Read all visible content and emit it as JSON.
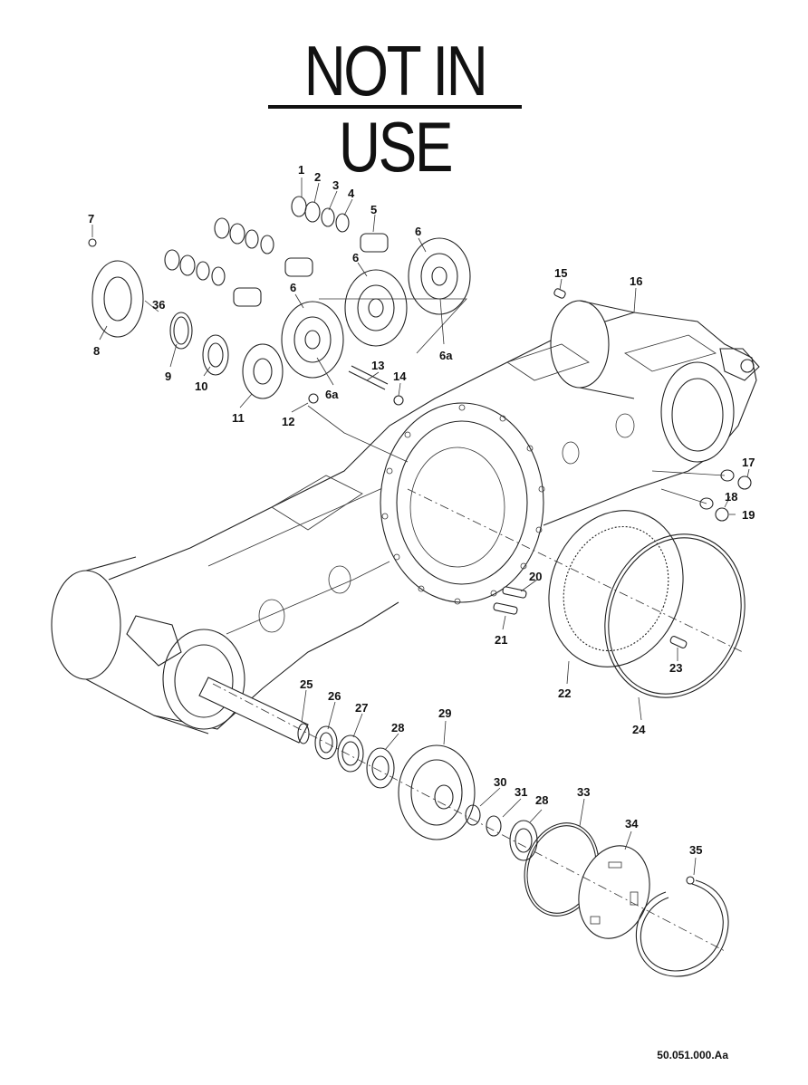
{
  "header": {
    "title": "NOT IN USE"
  },
  "footer": {
    "drawing_code": "50.051.000.Aa"
  },
  "callouts": [
    {
      "label": "1"
    },
    {
      "label": "2"
    },
    {
      "label": "3"
    },
    {
      "label": "4"
    },
    {
      "label": "5"
    },
    {
      "label": "6"
    },
    {
      "label": "6"
    },
    {
      "label": "6"
    },
    {
      "label": "6a"
    },
    {
      "label": "6a"
    },
    {
      "label": "7"
    },
    {
      "label": "8"
    },
    {
      "label": "9"
    },
    {
      "label": "10"
    },
    {
      "label": "11"
    },
    {
      "label": "12"
    },
    {
      "label": "13"
    },
    {
      "label": "14"
    },
    {
      "label": "15"
    },
    {
      "label": "16"
    },
    {
      "label": "17"
    },
    {
      "label": "18"
    },
    {
      "label": "19"
    },
    {
      "label": "20"
    },
    {
      "label": "21"
    },
    {
      "label": "22"
    },
    {
      "label": "23"
    },
    {
      "label": "24"
    },
    {
      "label": "25"
    },
    {
      "label": "26"
    },
    {
      "label": "27"
    },
    {
      "label": "28"
    },
    {
      "label": "28"
    },
    {
      "label": "29"
    },
    {
      "label": "30"
    },
    {
      "label": "31"
    },
    {
      "label": "33"
    },
    {
      "label": "34"
    },
    {
      "label": "35"
    },
    {
      "label": "36"
    }
  ]
}
